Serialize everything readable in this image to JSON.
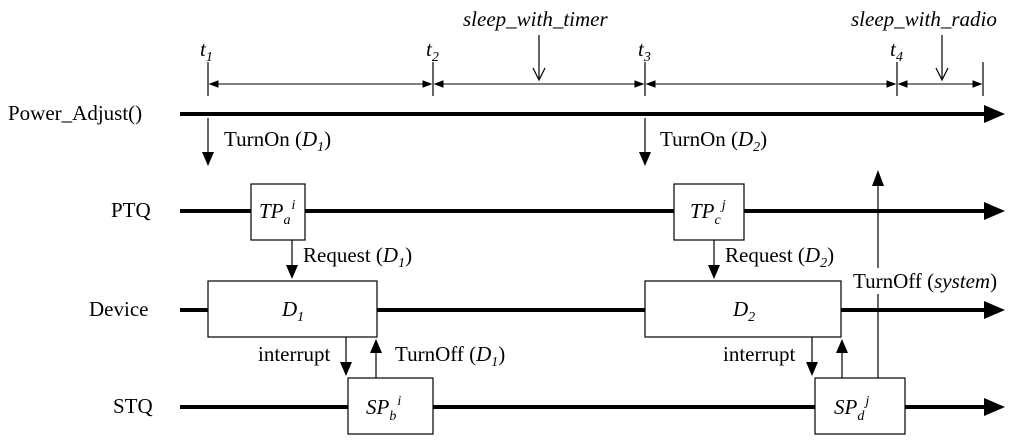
{
  "timeline": {
    "markers": [
      {
        "name": "t",
        "sub": "1"
      },
      {
        "name": "t",
        "sub": "2"
      },
      {
        "name": "t",
        "sub": "3"
      },
      {
        "name": "t",
        "sub": "4"
      }
    ],
    "sleep_timer_label": "sleep_with_timer",
    "sleep_radio_label": "sleep_with_radio"
  },
  "lanes": {
    "power_adjust": "Power_Adjust()",
    "ptq": "PTQ",
    "device": "Device",
    "stq": "STQ"
  },
  "boxes": {
    "tp_a": {
      "base": "TP",
      "sub": "a",
      "sup": "i"
    },
    "tp_c": {
      "base": "TP",
      "sub": "c",
      "sup": "j"
    },
    "d1": {
      "base": "D",
      "sub": "1"
    },
    "d2": {
      "base": "D",
      "sub": "2"
    },
    "sp_b": {
      "base": "SP",
      "sub": "b",
      "sup": "i"
    },
    "sp_d": {
      "base": "SP",
      "sub": "d",
      "sup": "j"
    }
  },
  "messages": {
    "turnon_1": {
      "text": "TurnOn (",
      "arg": "D",
      "sub": "1",
      "close": ")"
    },
    "turnon_2": {
      "text": "TurnOn (",
      "arg": "D",
      "sub": "2",
      "close": ")"
    },
    "request_1": {
      "text": "Request (",
      "arg": "D",
      "sub": "1",
      "close": ")"
    },
    "request_2": {
      "text": "Request (",
      "arg": "D",
      "sub": "2",
      "close": ")"
    },
    "interrupt_1": "interrupt",
    "interrupt_2": "interrupt",
    "turnoff_1": {
      "text": "TurnOff (",
      "arg": "D",
      "sub": "1",
      "close": ")"
    },
    "turnoff_system": {
      "text": "TurnOff (",
      "arg": "system",
      "close": ")"
    }
  }
}
